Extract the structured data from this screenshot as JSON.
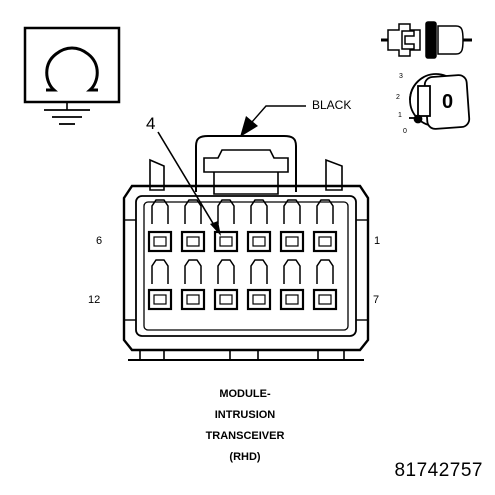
{
  "connector": {
    "housing_color_label": "BLACK",
    "pin_callout": "4",
    "pin_numbers": {
      "top_left": "6",
      "top_right": "1",
      "bottom_left": "12",
      "bottom_right": "7"
    },
    "caption_lines": [
      "MODULE-",
      "INTRUSION",
      "TRANSCEIVER",
      "(RHD)"
    ]
  },
  "key_icon": {
    "center_label": "0",
    "positions": [
      "3",
      "2",
      "1",
      "0"
    ]
  },
  "figure_number": "81742757",
  "icons": [
    "ohmmeter-icon",
    "connector-disconnect-icon",
    "ignition-key-off-icon"
  ],
  "colors": {
    "ink": "#000000",
    "background": "#ffffff"
  }
}
